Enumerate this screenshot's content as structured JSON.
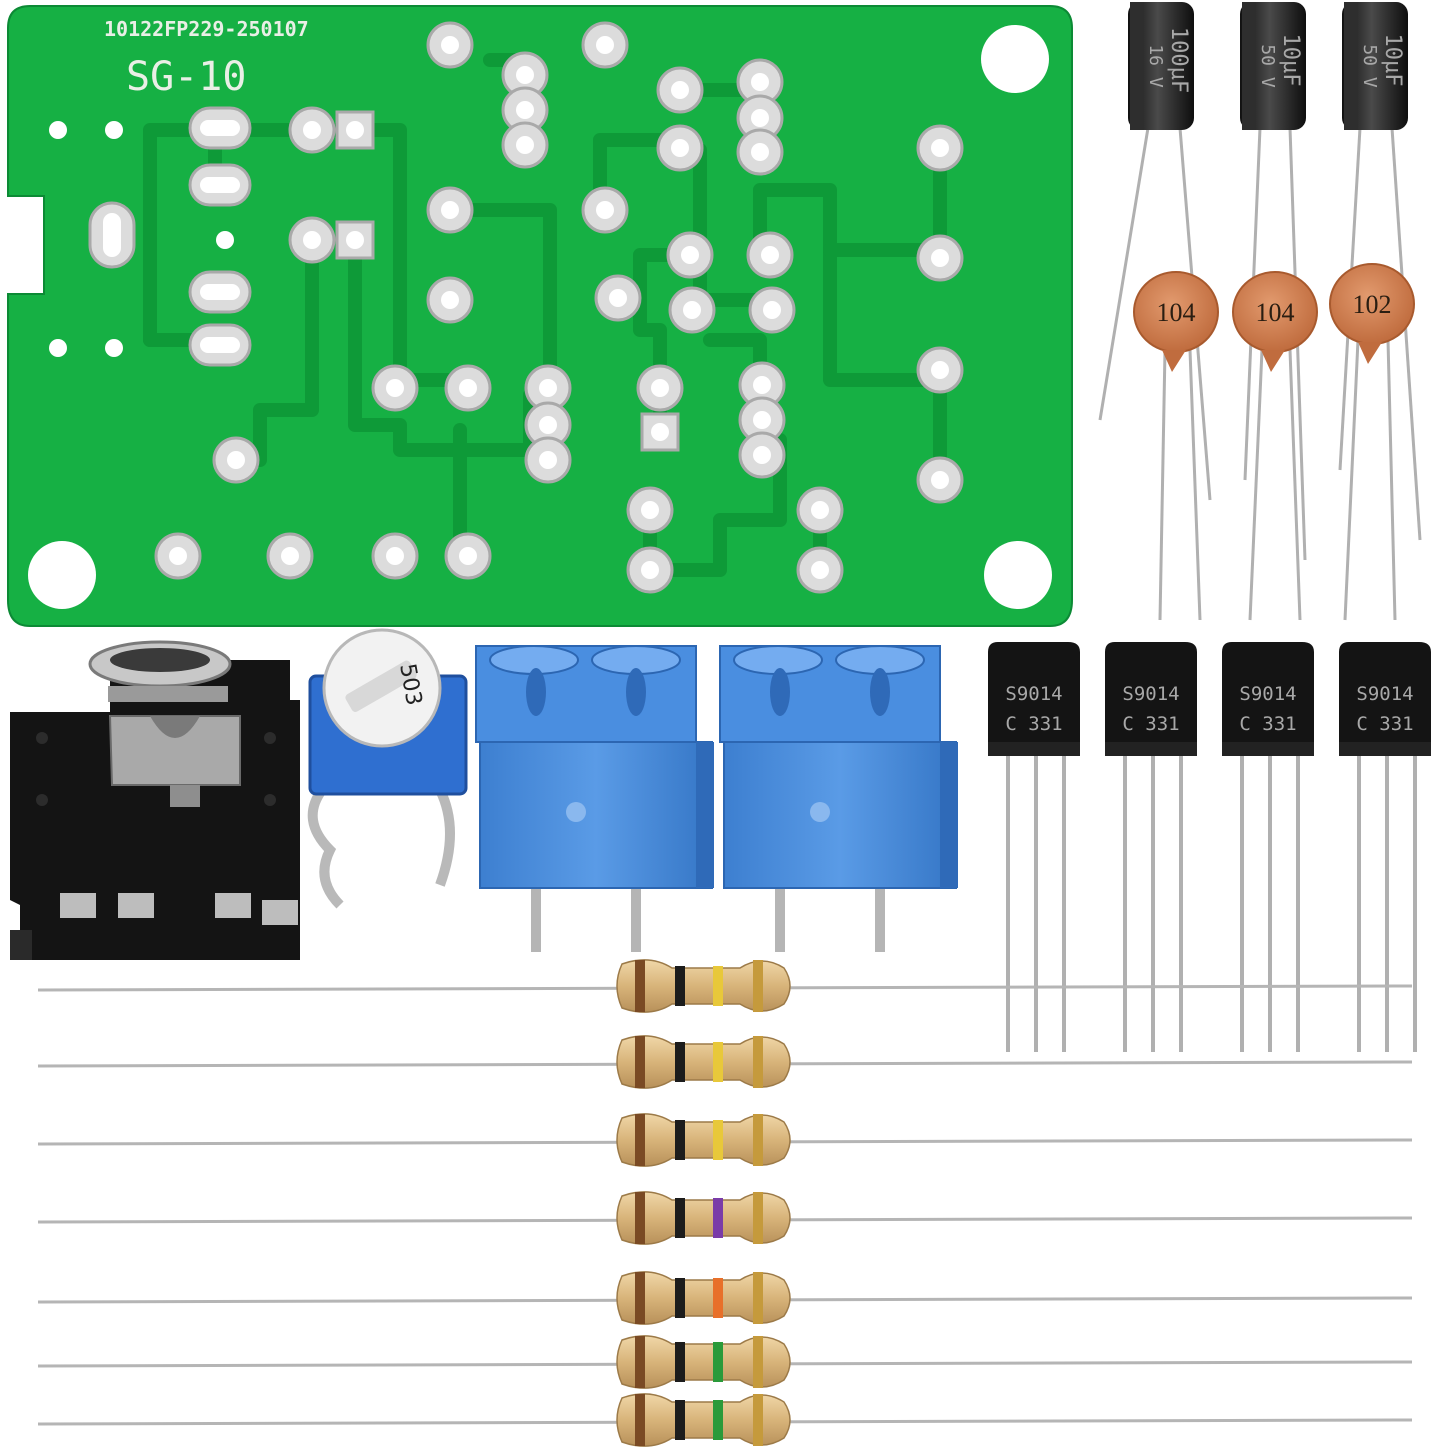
{
  "pcb": {
    "serial": "10122FP229-250107",
    "model": "SG-10",
    "color": "#16b044",
    "trace_color": "#0e9a38"
  },
  "electrolytic_capacitors": [
    {
      "capacitance": "100µF",
      "voltage": "16 V"
    },
    {
      "capacitance": "10µF",
      "voltage": "50 V"
    },
    {
      "capacitance": "10µF",
      "voltage": "50 V"
    }
  ],
  "ceramic_capacitors": [
    {
      "code": "104"
    },
    {
      "code": "104"
    },
    {
      "code": "102"
    }
  ],
  "transistors": [
    {
      "part": "S9014",
      "code": "C 331"
    },
    {
      "part": "S9014",
      "code": "C 331"
    },
    {
      "part": "S9014",
      "code": "C 331"
    },
    {
      "part": "S9014",
      "code": "C 331"
    }
  ],
  "potentiometer": {
    "code": "503"
  },
  "terminal_block_count": 2,
  "resistors": [
    {
      "bands": [
        "#7a4a24",
        "#1c1c1c",
        "#e8c83a",
        "#c59a3c"
      ]
    },
    {
      "bands": [
        "#7a4a24",
        "#1c1c1c",
        "#e8c83a",
        "#c59a3c"
      ]
    },
    {
      "bands": [
        "#7a4a24",
        "#1c1c1c",
        "#e8c83a",
        "#c59a3c"
      ]
    },
    {
      "bands": [
        "#7a4a24",
        "#1c1c1c",
        "#7a3ca8",
        "#c59a3c"
      ]
    },
    {
      "bands": [
        "#7a4a24",
        "#1c1c1c",
        "#e8702a",
        "#c59a3c"
      ]
    },
    {
      "bands": [
        "#7a4a24",
        "#1c1c1c",
        "#2a9a3a",
        "#c59a3c"
      ]
    },
    {
      "bands": [
        "#7a4a24",
        "#1c1c1c",
        "#2a9a3a",
        "#c59a3c"
      ]
    }
  ]
}
